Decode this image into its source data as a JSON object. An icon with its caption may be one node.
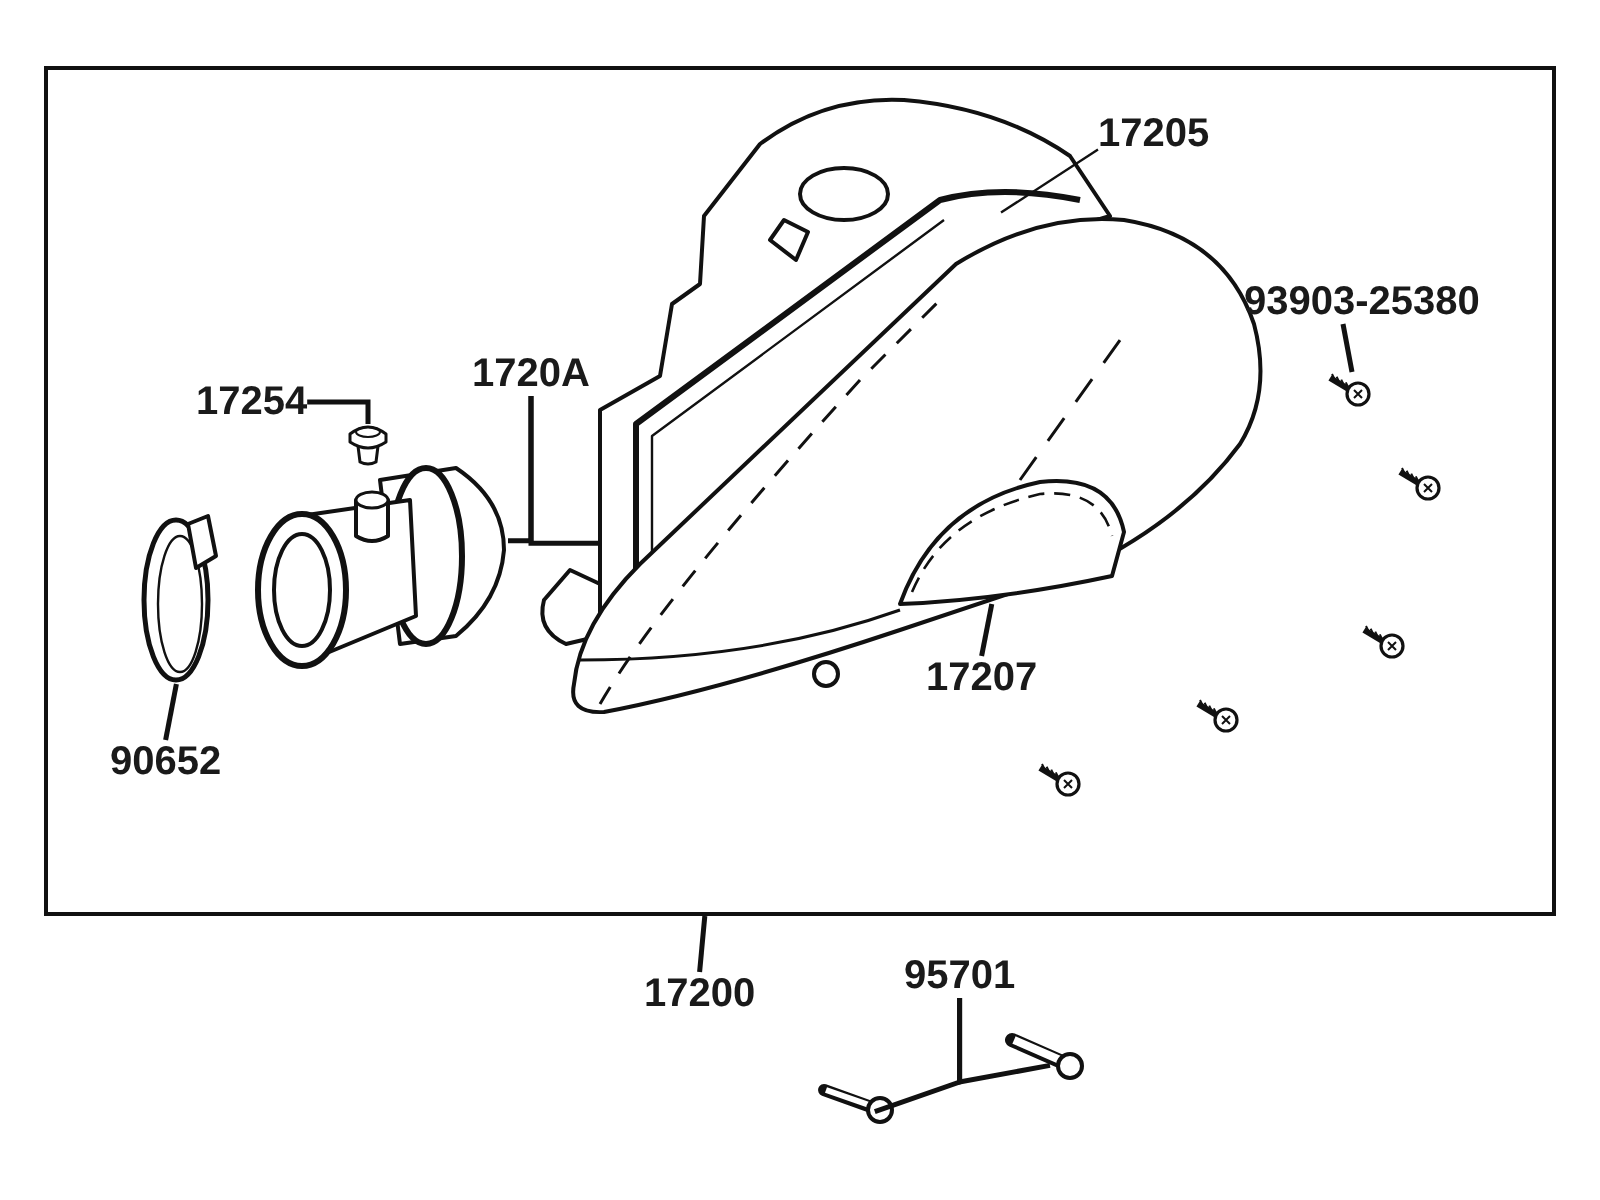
{
  "diagram": {
    "nodes": [
      {
        "text": [],
        "shape": "box"
      },
      {
        "text": [
          "17205"
        ],
        "in": 0
      },
      {
        "text": [],
        "shape": "picture",
        "in": 0
      },
      {
        "text": [
          "93903-25380"
        ],
        "in": 0
      },
      {
        "text": [],
        "shape": "picture",
        "in": 0
      },
      {
        "text": [
          "17254"
        ],
        "in": 0
      },
      {
        "text": [],
        "shape": "picture",
        "in": 0
      },
      {
        "text": [
          "1720A"
        ],
        "in": 0
      },
      {
        "text": [],
        "shape": "picture",
        "in": 0
      },
      {
        "text": [
          "90652"
        ],
        "in": 0
      },
      {
        "text": [],
        "shape": "picture",
        "in": 0
      },
      {
        "text": [
          "17207"
        ],
        "in": 0
      },
      {
        "text": [],
        "shape": "picture",
        "in": 2
      },
      {
        "text": [
          "17200"
        ]
      },
      {
        "text": [
          "95701"
        ]
      },
      {
        "text": [],
        "shape": "picture"
      },
      {
        "text": [],
        "shape": "picture"
      }
    ],
    "edges": [
      {
        "from": 1,
        "to": 2,
        "arrow": "none"
      },
      {
        "from": 3,
        "to": 4,
        "arrow": "none"
      },
      {
        "from": 5,
        "to": 6,
        "arrow": "none"
      },
      {
        "from": 7,
        "to": 8,
        "arrow": "none"
      },
      {
        "from": 7,
        "to": 2,
        "arrow": "none"
      },
      {
        "from": 9,
        "to": 10,
        "arrow": "none"
      },
      {
        "from": 11,
        "to": 12,
        "arrow": "none"
      },
      {
        "from": 13,
        "to": 0,
        "arrow": "none"
      },
      {
        "from": 14,
        "to": 15,
        "arrow": "none"
      },
      {
        "from": 14,
        "to": 16,
        "arrow": "none"
      }
    ]
  }
}
